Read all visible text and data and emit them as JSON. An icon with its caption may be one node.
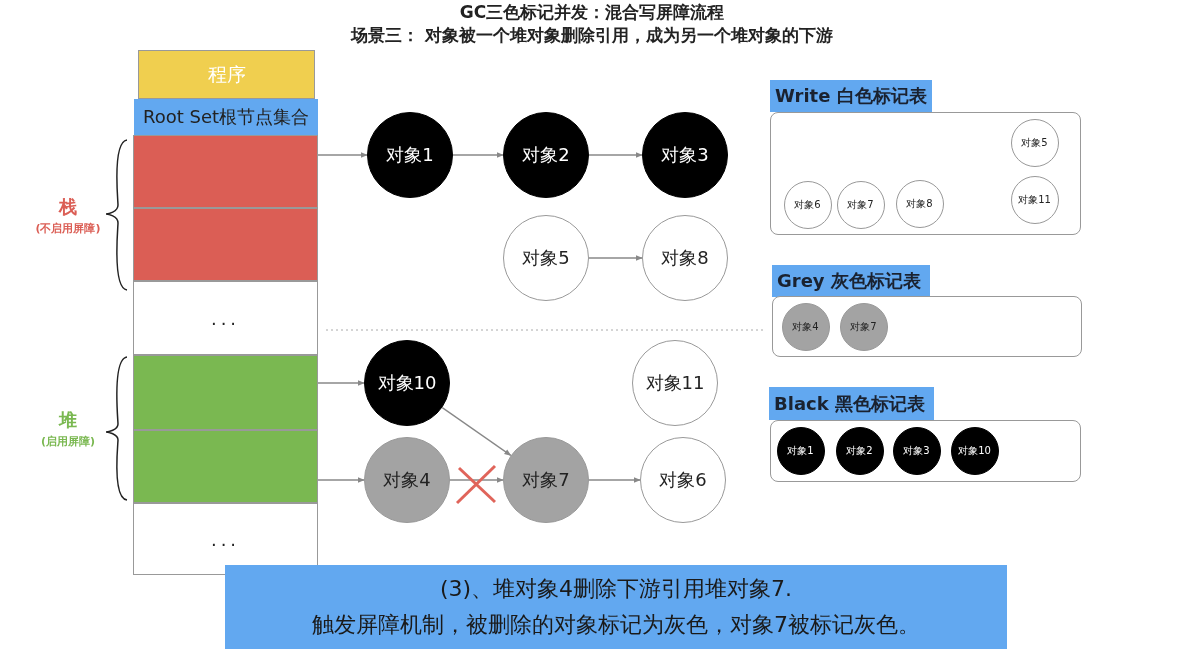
{
  "diagram": {
    "title": "GC三色标记并发：混合写屏障流程",
    "nodes": [
      {
        "text": [
          "程序"
        ]
      },
      {
        "text": [
          "Root Set根节点集合"
        ]
      },
      {
        "text": [],
        "shape": "box"
      },
      {
        "text": [],
        "shape": "box"
      },
      {
        "text": [
          "..."
        ]
      },
      {
        "text": [],
        "shape": "box"
      },
      {
        "text": [],
        "shape": "box"
      },
      {
        "text": [
          "..."
        ]
      },
      {
        "text": [
          "对象1"
        ]
      },
      {
        "text": [
          "对象2"
        ]
      },
      {
        "text": [
          "对象3"
        ]
      },
      {
        "text": [
          "Write 白色标记表"
        ]
      },
      {
        "text": [],
        "shape": "box"
      },
      {
        "text": [
          "对象5"
        ],
        "in": 12
      },
      {
        "text": [
          "对象6"
        ],
        "in": 12
      },
      {
        "text": [
          "对象7"
        ],
        "in": 12
      },
      {
        "text": [
          "对象8"
        ],
        "in": 12
      },
      {
        "text": [
          "对象11"
        ],
        "in": 12
      },
      {
        "text": [
          "对象5"
        ]
      },
      {
        "text": [
          "对象8"
        ]
      },
      {
        "text": [
          "Grey 灰色标记表"
        ]
      },
      {
        "text": [],
        "shape": "box"
      },
      {
        "text": [
          "对象4"
        ],
        "in": 21
      },
      {
        "text": [
          "对象7"
        ],
        "in": 21
      },
      {
        "text": [
          "对象10"
        ]
      },
      {
        "text": [
          "对象11"
        ]
      },
      {
        "text": [
          "Black 黑色标记表"
        ]
      },
      {
        "text": [],
        "shape": "box"
      },
      {
        "text": [
          "对象1"
        ],
        "in": 27
      },
      {
        "text": [
          "对象2"
        ],
        "in": 27
      },
      {
        "text": [
          "对象3"
        ],
        "in": 27
      },
      {
        "text": [
          "对象10"
        ],
        "in": 27
      },
      {
        "text": [
          "对象4"
        ]
      },
      {
        "text": [
          "对象7"
        ]
      },
      {
        "text": [
          "对象6"
        ]
      },
      {
        "text": [
          "(3)、堆对象4删除下游引用堆对象7.",
          "触发屏障机制，被删除的对象标记为灰色，对象7被标记灰色。"
        ]
      }
    ],
    "edges": [
      {
        "from": 2,
        "to": 8,
        "arrow": "to"
      },
      {
        "from": 8,
        "to": 9,
        "arrow": "to"
      },
      {
        "from": 9,
        "to": 10,
        "arrow": "to"
      },
      {
        "from": 18,
        "to": 19,
        "arrow": "to"
      },
      {
        "from": 5,
        "to": 24,
        "arrow": "to"
      },
      {
        "from": 24,
        "to": 33,
        "arrow": "to"
      },
      {
        "from": 6,
        "to": 32,
        "arrow": "to"
      },
      {
        "from": 32,
        "to": 33,
        "arrow": "to"
      },
      {
        "from": 33,
        "to": 34,
        "arrow": "to"
      }
    ],
    "labels": [
      "场景三： 对象被一个堆对象删除引用，成为另一个堆对象的下游",
      "栈",
      "(不启用屏障)",
      "堆",
      "(启用屏障)"
    ]
  }
}
